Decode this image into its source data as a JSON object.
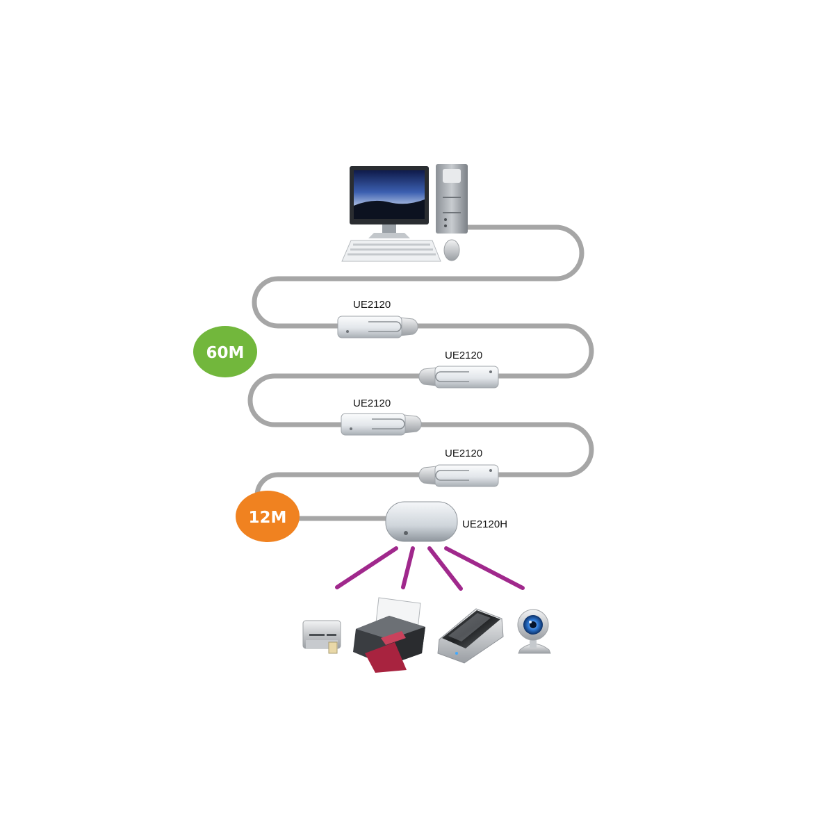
{
  "colors": {
    "cable": "#a6a6a6",
    "badge_60m": "#72b73c",
    "badge_12m": "#f08220",
    "device_wire": "#a0288c"
  },
  "badges": {
    "b60": {
      "label": "60M"
    },
    "b12": {
      "label": "12M"
    }
  },
  "extenders": [
    {
      "label": "UE2120"
    },
    {
      "label": "UE2120"
    },
    {
      "label": "UE2120"
    },
    {
      "label": "UE2120"
    }
  ],
  "hub": {
    "label": "UE2120H"
  },
  "devices": [
    "card-reader-icon",
    "printer-icon",
    "scanner-icon",
    "webcam-icon"
  ]
}
